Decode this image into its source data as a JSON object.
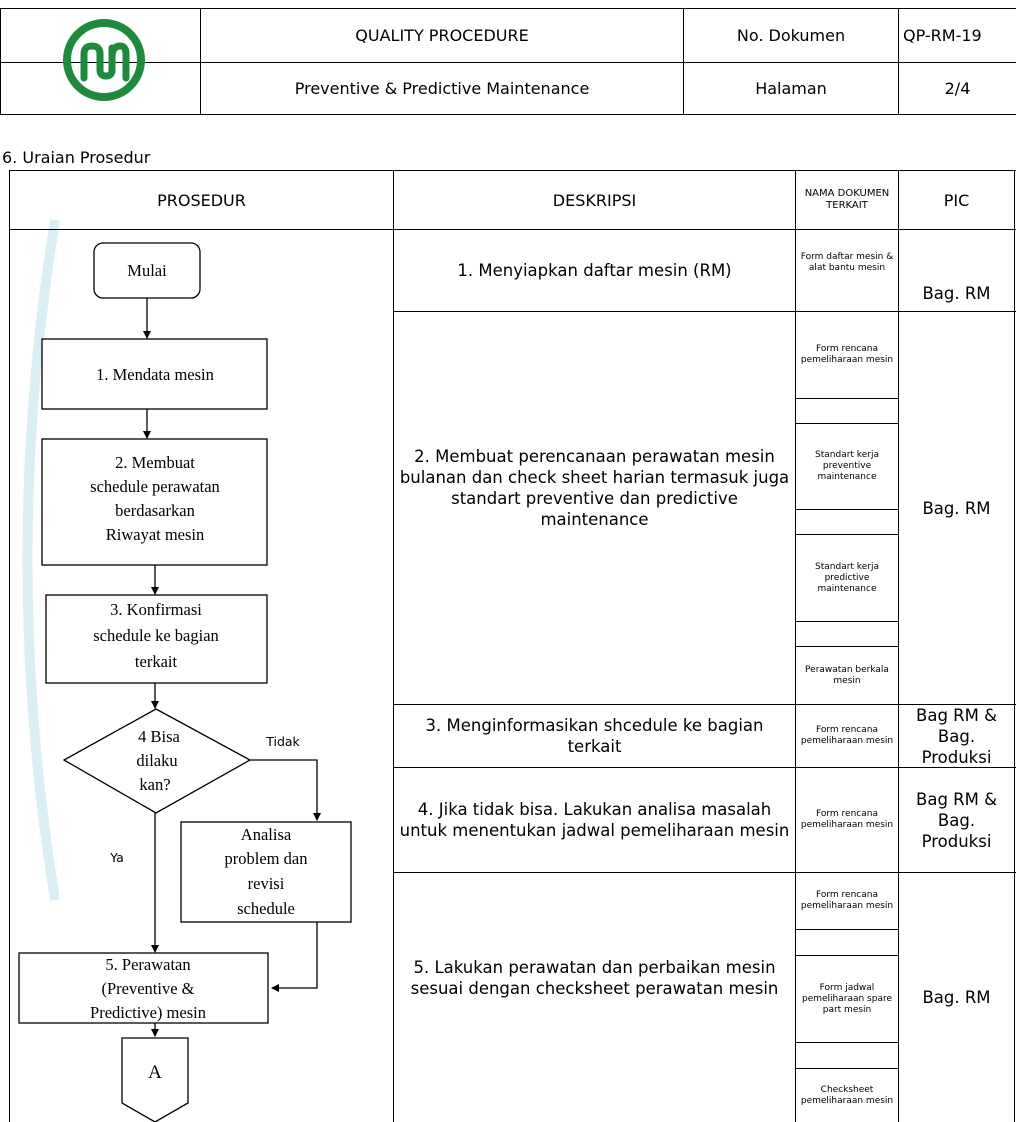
{
  "header": {
    "title": "QUALITY PROCEDURE",
    "subtitle": "Preventive & Predictive Maintenance",
    "doc_no_label": "No. Dokumen",
    "doc_no_value": "QP-RM-19",
    "page_label": "Halaman",
    "page_value": "2/4"
  },
  "section": {
    "title": "6. Uraian Prosedur"
  },
  "table": {
    "headers": {
      "prosedur": "PROSEDUR",
      "deskripsi": "DESKRIPSI",
      "nama_dokumen": "NAMA DOKUMEN TERKAIT",
      "pic": "PIC"
    },
    "rows": [
      {
        "description": "1. Menyiapkan daftar mesin (RM)",
        "documents": [
          "Form daftar mesin & alat bantu mesin"
        ],
        "pic": "Bag. RM"
      },
      {
        "description": "2. Membuat perencanaan perawatan mesin bulanan dan check sheet harian termasuk juga standart preventive dan predictive maintenance",
        "documents": [
          "Form rencana pemeliharaan mesin",
          "Standart kerja preventive maintenance",
          "Standart kerja predictive maintenance",
          "Perawatan berkala mesin"
        ],
        "pic": "Bag. RM"
      },
      {
        "description": "3. Menginformasikan shcedule ke bagian terkait",
        "documents": [
          "Form rencana pemeliharaan mesin"
        ],
        "pic": "Bag RM & Bag. Produksi"
      },
      {
        "description": "4. Jika tidak bisa. Lakukan analisa masalah untuk menentukan jadwal pemeliharaan mesin",
        "documents": [
          "Form rencana pemeliharaan mesin"
        ],
        "pic": "Bag RM & Bag. Produksi"
      },
      {
        "description": "5. Lakukan perawatan dan perbaikan mesin sesuai dengan checksheet perawatan mesin",
        "documents": [
          "Form rencana pemeliharaan mesin",
          "Form jadwal pemeliharaan spare part mesin",
          "Checksheet pemeliharaan mesin"
        ],
        "pic": "Bag. RM"
      }
    ]
  },
  "flowchart": {
    "start": "Mulai",
    "step1": "1. Mendata mesin",
    "step2": [
      "2. Membuat",
      "schedule perawatan",
      "berdasarkan",
      "Riwayat mesin"
    ],
    "step3": [
      "3. Konfirmasi",
      "schedule ke bagian",
      "terkait"
    ],
    "decision": [
      "4 Bisa",
      "dilaku",
      "kan?"
    ],
    "no_label": "Tidak",
    "yes_label": "Ya",
    "analysis": [
      "Analisa",
      "problem dan",
      "revisi",
      "schedule"
    ],
    "step5": [
      "5. Perawatan",
      "(Preventive &",
      "Predictive) mesin"
    ],
    "connector": "A"
  },
  "colors": {
    "logo_green": "#1f8a3c",
    "watermark": "#dbeef3"
  }
}
